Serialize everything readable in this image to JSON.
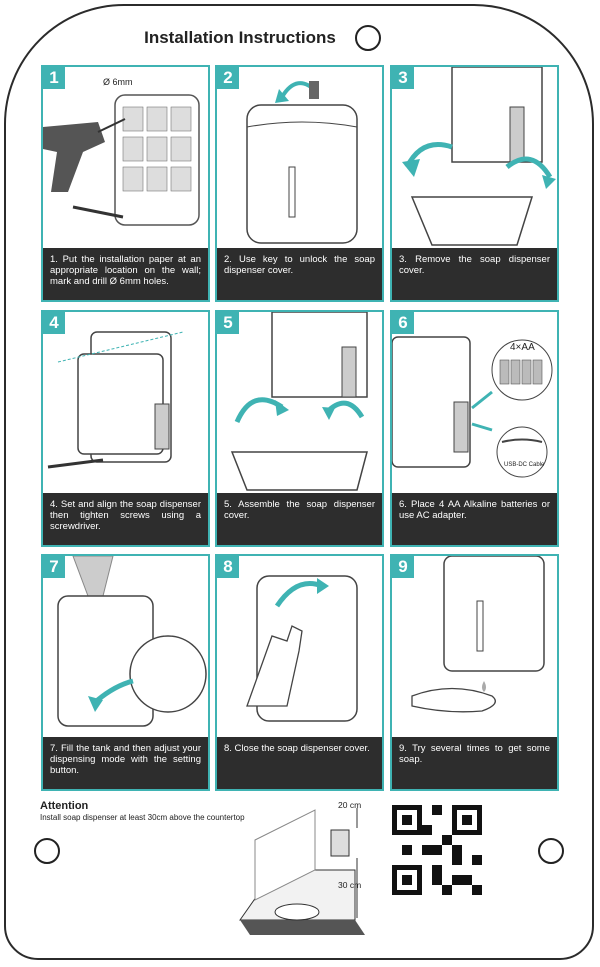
{
  "title": "Installation Instructions",
  "steps": [
    {
      "num": "1",
      "text": "1. Put the installation paper at an appropriate location on the wall; mark and drill Ø 6mm holes.",
      "label": "Ø 6mm"
    },
    {
      "num": "2",
      "text": "2. Use key to unlock the soap dispenser cover."
    },
    {
      "num": "3",
      "text": "3. Remove the soap dispenser cover."
    },
    {
      "num": "4",
      "text": "4. Set and align the soap dispenser then tighten screws using a screwdriver."
    },
    {
      "num": "5",
      "text": "5. Assemble the soap dispenser cover."
    },
    {
      "num": "6",
      "text": "6. Place 4 AA Alkaline batteries or use AC adapter.",
      "battery_label": "4×AA",
      "cable_label": "USB-DC Cable"
    },
    {
      "num": "7",
      "text": "7. Fill the tank and then adjust your dispensing mode with the setting button."
    },
    {
      "num": "8",
      "text": "8. Close the soap dispenser cover."
    },
    {
      "num": "9",
      "text": "9. Try several times to get some soap."
    }
  ],
  "attention": {
    "title": "Attention",
    "text": "Install soap dispenser at least 30cm above the countertop",
    "dim_top": "20 cm",
    "dim_bottom": "30 cm"
  },
  "colors": {
    "accent": "#3fb3b3",
    "caption_bg": "#2d2d2d",
    "outline": "#2b2b2b"
  }
}
